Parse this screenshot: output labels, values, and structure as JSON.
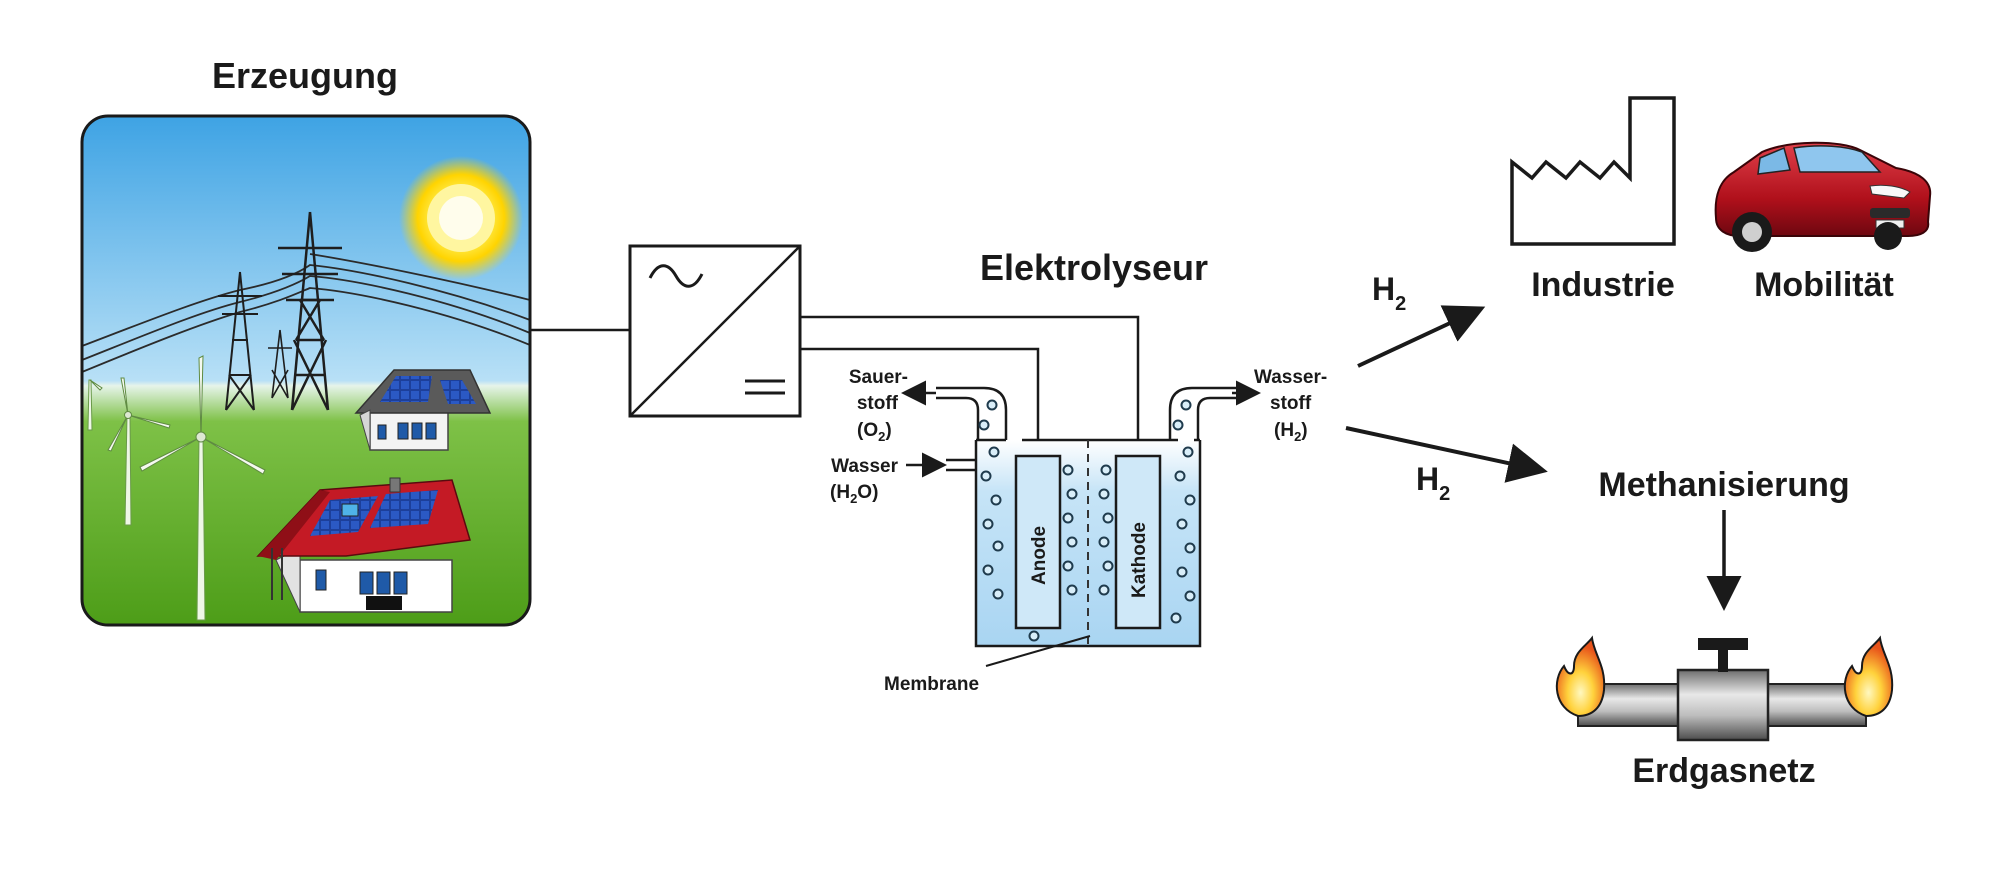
{
  "generation": {
    "title": "Erzeugung"
  },
  "electrolyser": {
    "title": "Elektrolyseur",
    "anode": "Anode",
    "cathode": "Kathode",
    "membrane": "Membrane",
    "oxygen_line1": "Sauer-",
    "oxygen_line2": "stoff",
    "oxygen_formula_open": "(O",
    "oxygen_formula_sub": "2",
    "oxygen_formula_close": ")",
    "water_line1": "Wasser",
    "water_formula_open": "(H",
    "water_formula_sub": "2",
    "water_formula_close": "O)",
    "hydrogen_line1": "Wasser-",
    "hydrogen_line2": "stoff",
    "hydrogen_formula_open": "(H",
    "hydrogen_formula_sub": "2",
    "hydrogen_formula_close": ")"
  },
  "outputs": {
    "h2_main": "H",
    "h2_sub": "2",
    "industry": "Industrie",
    "mobility": "Mobilität",
    "methanation": "Methanisierung",
    "gas_grid": "Erdgasnetz"
  },
  "colors": {
    "sky_top": "#3ea3e4",
    "sky_bottom": "#d8eef8",
    "grass": "#5aa81f",
    "water": "#b9dcf4",
    "roof_red": "#c41a25",
    "car_red": "#c3141f",
    "flame": "#f7a21b"
  },
  "icons": [
    "sun-icon",
    "pylon-icon",
    "wind-turbine-icon",
    "house-solar-icon",
    "inverter-icon",
    "factory-icon",
    "car-icon",
    "pipeline-icon",
    "flame-icon"
  ]
}
